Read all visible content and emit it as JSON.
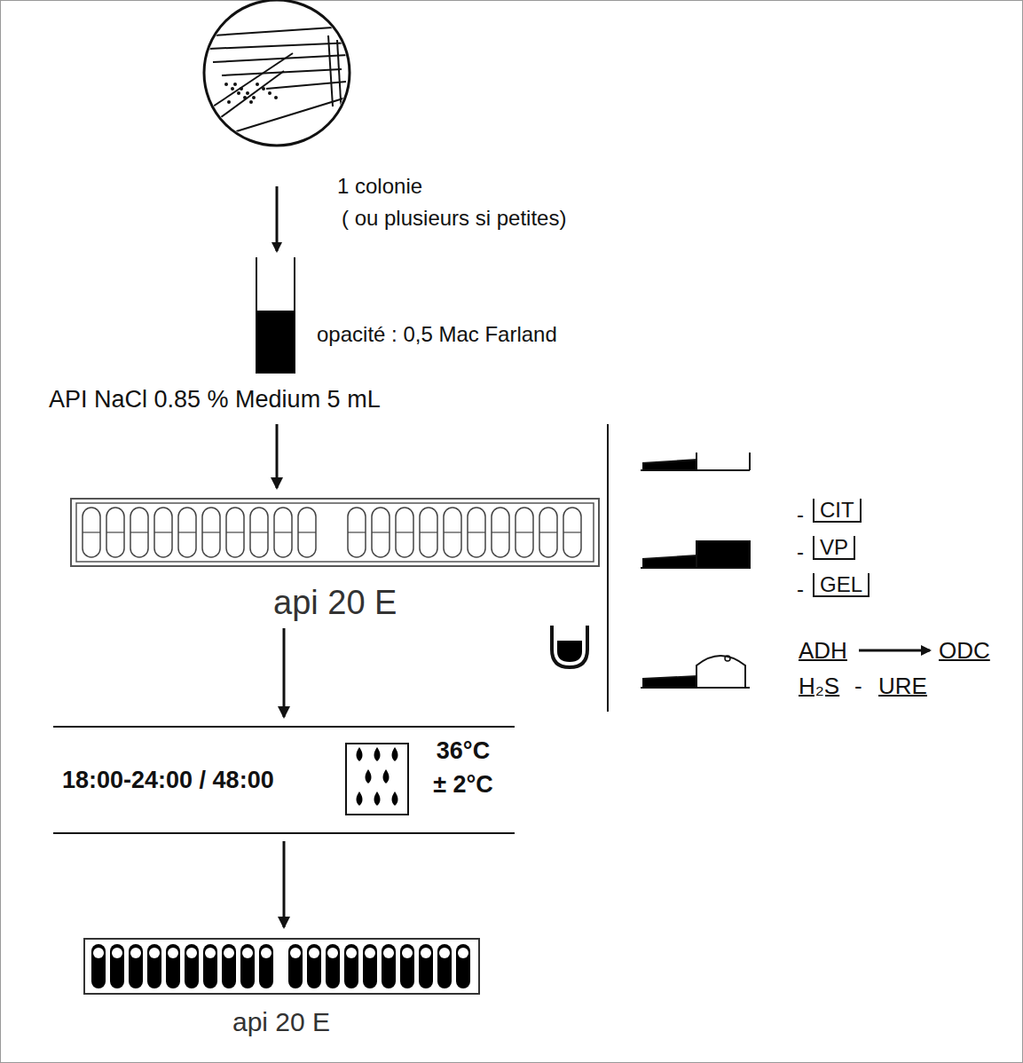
{
  "diagram": {
    "nodes": [
      {
        "text": [
          "opacité : 0,5 Mac Farland",
          "API NaCl 0.85 % Medium 5 mL"
        ]
      },
      {
        "text": [
          "api 20 E"
        ]
      },
      {
        "text": [
          "18:00-24:00 / 48:00",
          "36°C ± 2°C"
        ]
      },
      {
        "text": [
          "api 20 E"
        ]
      }
    ],
    "edges": [
      {
        "from": 0,
        "to": 1,
        "arrow": "to"
      },
      {
        "from": 1,
        "to": 2,
        "arrow": "to"
      },
      {
        "from": 2,
        "to": 3,
        "arrow": "to"
      }
    ],
    "labels": [
      "1 colonie",
      "( ou  plusieurs si petites)",
      "-",
      "CIT",
      "-",
      "VP",
      "-",
      "GEL",
      "ADH",
      "ODC",
      "H₂S",
      "-",
      "URE"
    ]
  }
}
